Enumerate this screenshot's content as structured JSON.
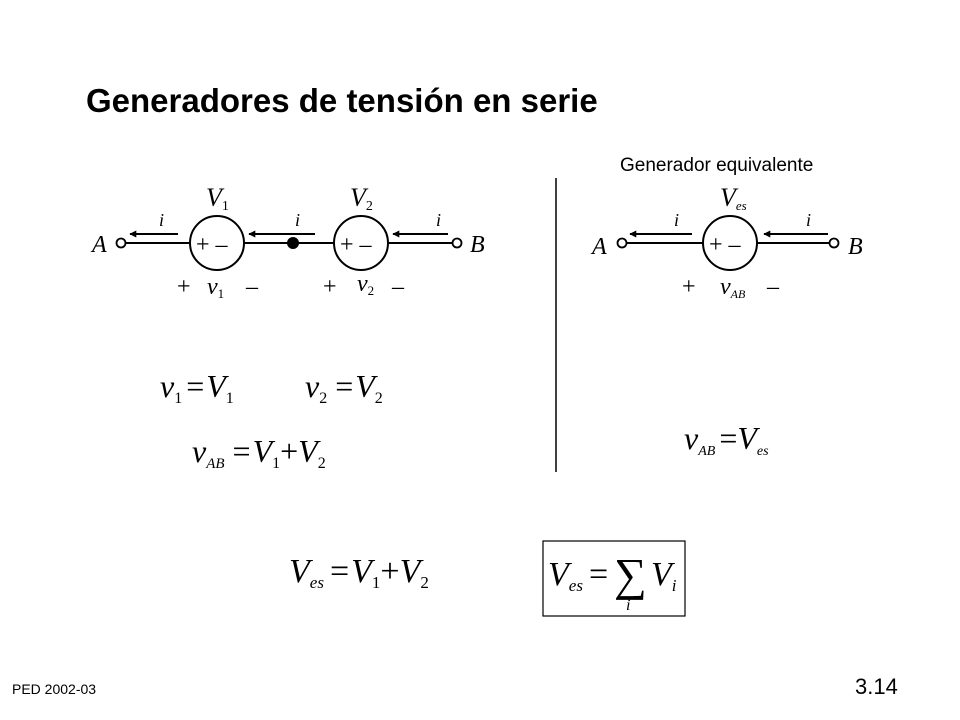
{
  "slide": {
    "title": "Generadores de tensión en serie",
    "subtitle": "Generador equivalente",
    "footer_left": "PED   2002-03",
    "page_number": "3.14"
  },
  "left_circuit": {
    "node_a": "A",
    "node_b": "B",
    "current": "i",
    "source1": {
      "name": "V",
      "sub": "1",
      "polarity": "+ –"
    },
    "source2": {
      "name": "V",
      "sub": "2",
      "polarity": "+ –"
    },
    "v1": {
      "plus": "+",
      "name": "v",
      "sub": "1",
      "minus": "–"
    },
    "v2": {
      "plus": "+",
      "name": "v",
      "sub": "2",
      "minus": "–"
    }
  },
  "right_circuit": {
    "node_a": "A",
    "node_b": "B",
    "current": "i",
    "source": {
      "name": "V",
      "sub": "es",
      "polarity": "+ –"
    },
    "vab": {
      "plus": "+",
      "name": "v",
      "sub": "AB",
      "minus": "–"
    }
  },
  "equations": {
    "eq1": {
      "lhs": "v",
      "lhs_sub": "1",
      "eq": "=",
      "rhs": "V",
      "rhs_sub": "1"
    },
    "eq2": {
      "lhs": "v",
      "lhs_sub": "2",
      "eq": "=",
      "rhs": "V",
      "rhs_sub": "2"
    },
    "eq3": {
      "lhs": "v",
      "lhs_sub": "AB",
      "eq": "=",
      "t1": "V",
      "t1_sub": "1",
      "plus": "+",
      "t2": "V",
      "t2_sub": "2"
    },
    "eq4": {
      "lhs": "v",
      "lhs_sub": "AB",
      "eq": "=",
      "rhs": "V",
      "rhs_sub": "es"
    },
    "eq5": {
      "lhs": "V",
      "lhs_sub": "es",
      "eq": "=",
      "t1": "V",
      "t1_sub": "1",
      "plus": "+",
      "t2": "V",
      "t2_sub": "2"
    },
    "eq6": {
      "lhs": "V",
      "lhs_sub": "es",
      "eq": "=",
      "sum": "∑",
      "sum_index": "i",
      "term": "V",
      "term_sub": "i"
    }
  }
}
